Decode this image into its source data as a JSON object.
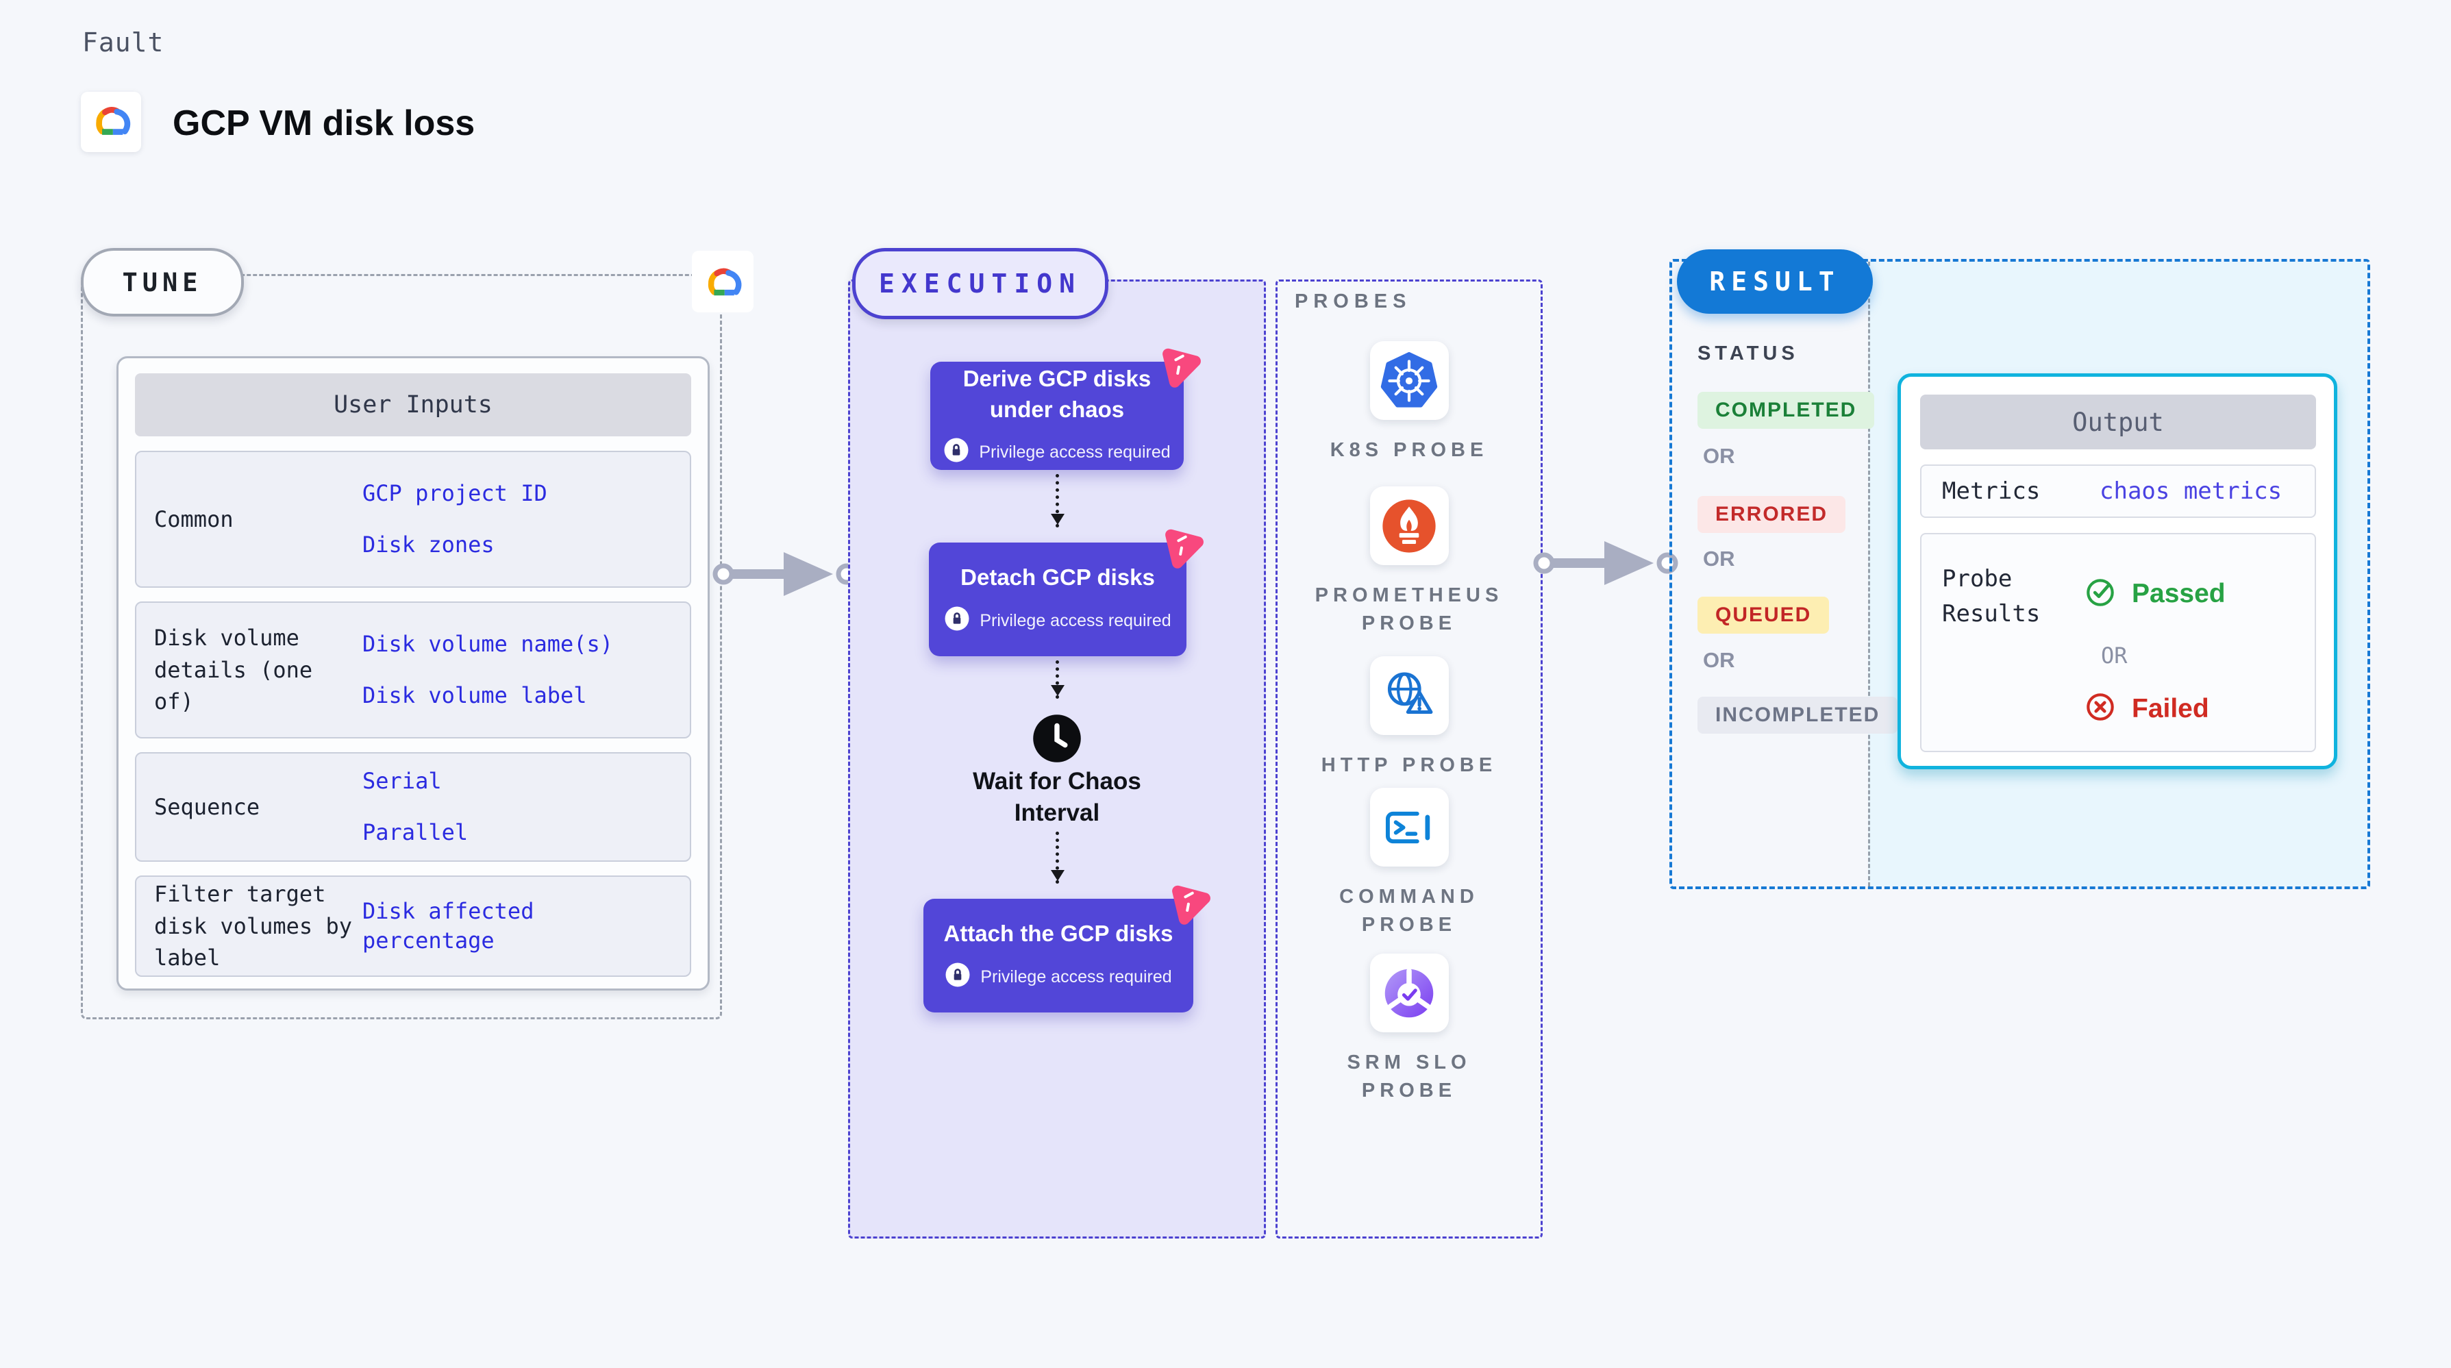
{
  "page": {
    "kicker": "Fault",
    "title": "GCP VM disk loss"
  },
  "tune": {
    "pill": "TUNE",
    "inputs_header": "User Inputs",
    "rows": [
      {
        "label": "Common",
        "values": [
          "GCP project ID",
          "Disk zones"
        ]
      },
      {
        "label": "Disk volume details (one of)",
        "values": [
          "Disk volume name(s)",
          "Disk volume label"
        ]
      },
      {
        "label": "Sequence",
        "values": [
          "Serial",
          "Parallel"
        ]
      },
      {
        "label": "Filter target disk volumes by label",
        "values": [
          "Disk affected percentage"
        ]
      }
    ]
  },
  "execution": {
    "pill": "EXECUTION",
    "nodes": [
      {
        "title": "Derive GCP disks under chaos",
        "badge": "Privilege access required"
      },
      {
        "title": "Detach GCP disks",
        "badge": "Privilege access required"
      },
      {
        "title": "Attach the GCP disks",
        "badge": "Privilege access required"
      }
    ],
    "wait_label": "Wait for Chaos Interval"
  },
  "probes": {
    "label": "PROBES",
    "items": [
      {
        "name": "K8S PROBE",
        "icon": "kubernetes-icon"
      },
      {
        "name": "PROMETHEUS PROBE",
        "icon": "prometheus-icon"
      },
      {
        "name": "HTTP PROBE",
        "icon": "http-globe-icon"
      },
      {
        "name": "COMMAND PROBE",
        "icon": "terminal-icon"
      },
      {
        "name": "SRM SLO PROBE",
        "icon": "srm-slo-gauge-icon"
      }
    ]
  },
  "result": {
    "pill": "RESULT",
    "status_title": "STATUS",
    "or_label": "OR",
    "statuses": [
      {
        "label": "COMPLETED",
        "text_color": "#1b8038",
        "bg_color": "#def3e0"
      },
      {
        "label": "ERRORED",
        "text_color": "#c32a2a",
        "bg_color": "#fce7e7"
      },
      {
        "label": "QUEUED",
        "text_color": "#c22626",
        "bg_color": "#fdeeb2"
      },
      {
        "label": "INCOMPLETED",
        "text_color": "#6d7487",
        "bg_color": "#e8eaf1"
      }
    ],
    "output": {
      "header": "Output",
      "metrics_label": "Metrics",
      "metrics_value": "chaos metrics",
      "probe_results_label": "Probe Results",
      "passed_label": "Passed",
      "or_label": "OR",
      "failed_label": "Failed"
    }
  },
  "colors": {
    "page_bg": "#f5f7fb",
    "node_purple": "#5246d8",
    "execution_accent": "#4c42d0",
    "execution_bg": "#e5e4fa",
    "result_accent": "#1379d6",
    "result_bg": "#e8f6fd",
    "output_border": "#10b3de",
    "value_blue": "#2b2be0",
    "arrow_gray": "#a9aec2",
    "chaos_pink": "#f8487e",
    "passed_green": "#27a244",
    "failed_red": "#d02b22"
  }
}
